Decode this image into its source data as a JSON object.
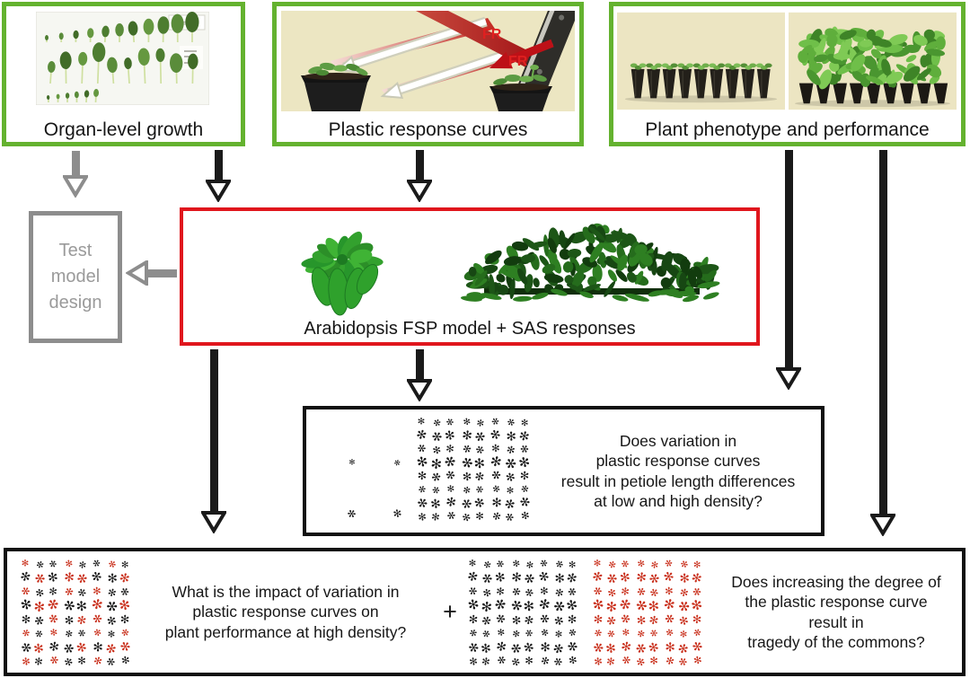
{
  "panels": {
    "organ": {
      "label": "Organ-level growth"
    },
    "plastic": {
      "label": "Plastic response curves",
      "fr_labels": [
        "FR",
        "FR"
      ]
    },
    "phenotype": {
      "label": "Plant phenotype and performance"
    },
    "test_model": {
      "lines": [
        "Test",
        "model",
        "design"
      ]
    },
    "fsp_model": {
      "label": "Arabidopsis FSP model + SAS responses"
    },
    "question_mid": {
      "lines": [
        "Does variation in",
        "plastic response curves",
        "result in petiole length differences",
        "at low and high density?"
      ]
    },
    "question_left": {
      "lines": [
        "What is the impact of variation in",
        "plastic response curves on",
        "plant performance at high density?"
      ]
    },
    "plus_sign": "+",
    "question_right": {
      "lines": [
        "Does increasing the degree of",
        "the plastic response curve",
        "result in",
        "tragedy of the commons?"
      ]
    }
  },
  "colors": {
    "green": "#64b22f",
    "red": "#e0161d",
    "gray": "#8d8d8d",
    "black": "#1a1a1a",
    "glyph_black": "#1a1a1a",
    "glyph_red": "#c9301c",
    "fr_red": "#e02020",
    "beige": "#ece6c2"
  },
  "glyph": {
    "char": "✻"
  },
  "grids": {
    "mid_sparse": {
      "rows": 2,
      "cols": 2,
      "cellw": 50,
      "cellh": 57,
      "size": 11,
      "color": "black"
    },
    "mid_dense": {
      "rows": 8,
      "cols": 8,
      "cellw": 16.5,
      "cellh": 15,
      "size": 13,
      "color": "black"
    },
    "bottom_mixed": {
      "rows": 8,
      "cols": 8,
      "cellw": 16,
      "cellh": 15.5,
      "size": 13,
      "pattern": [
        "rkkrkkrk",
        "krkrrkkr",
        "rkkrkrkk",
        "krrkkrkr",
        "kkrkrrkk",
        "rkrkkrkr",
        "krkkrkrr",
        "rkrkkrkk"
      ]
    },
    "bottom_black": {
      "rows": 8,
      "cols": 8,
      "cellw": 16,
      "cellh": 15.5,
      "size": 13,
      "color": "black"
    },
    "bottom_red": {
      "rows": 8,
      "cols": 8,
      "cellw": 16,
      "cellh": 15.5,
      "size": 13,
      "color": "red"
    }
  }
}
